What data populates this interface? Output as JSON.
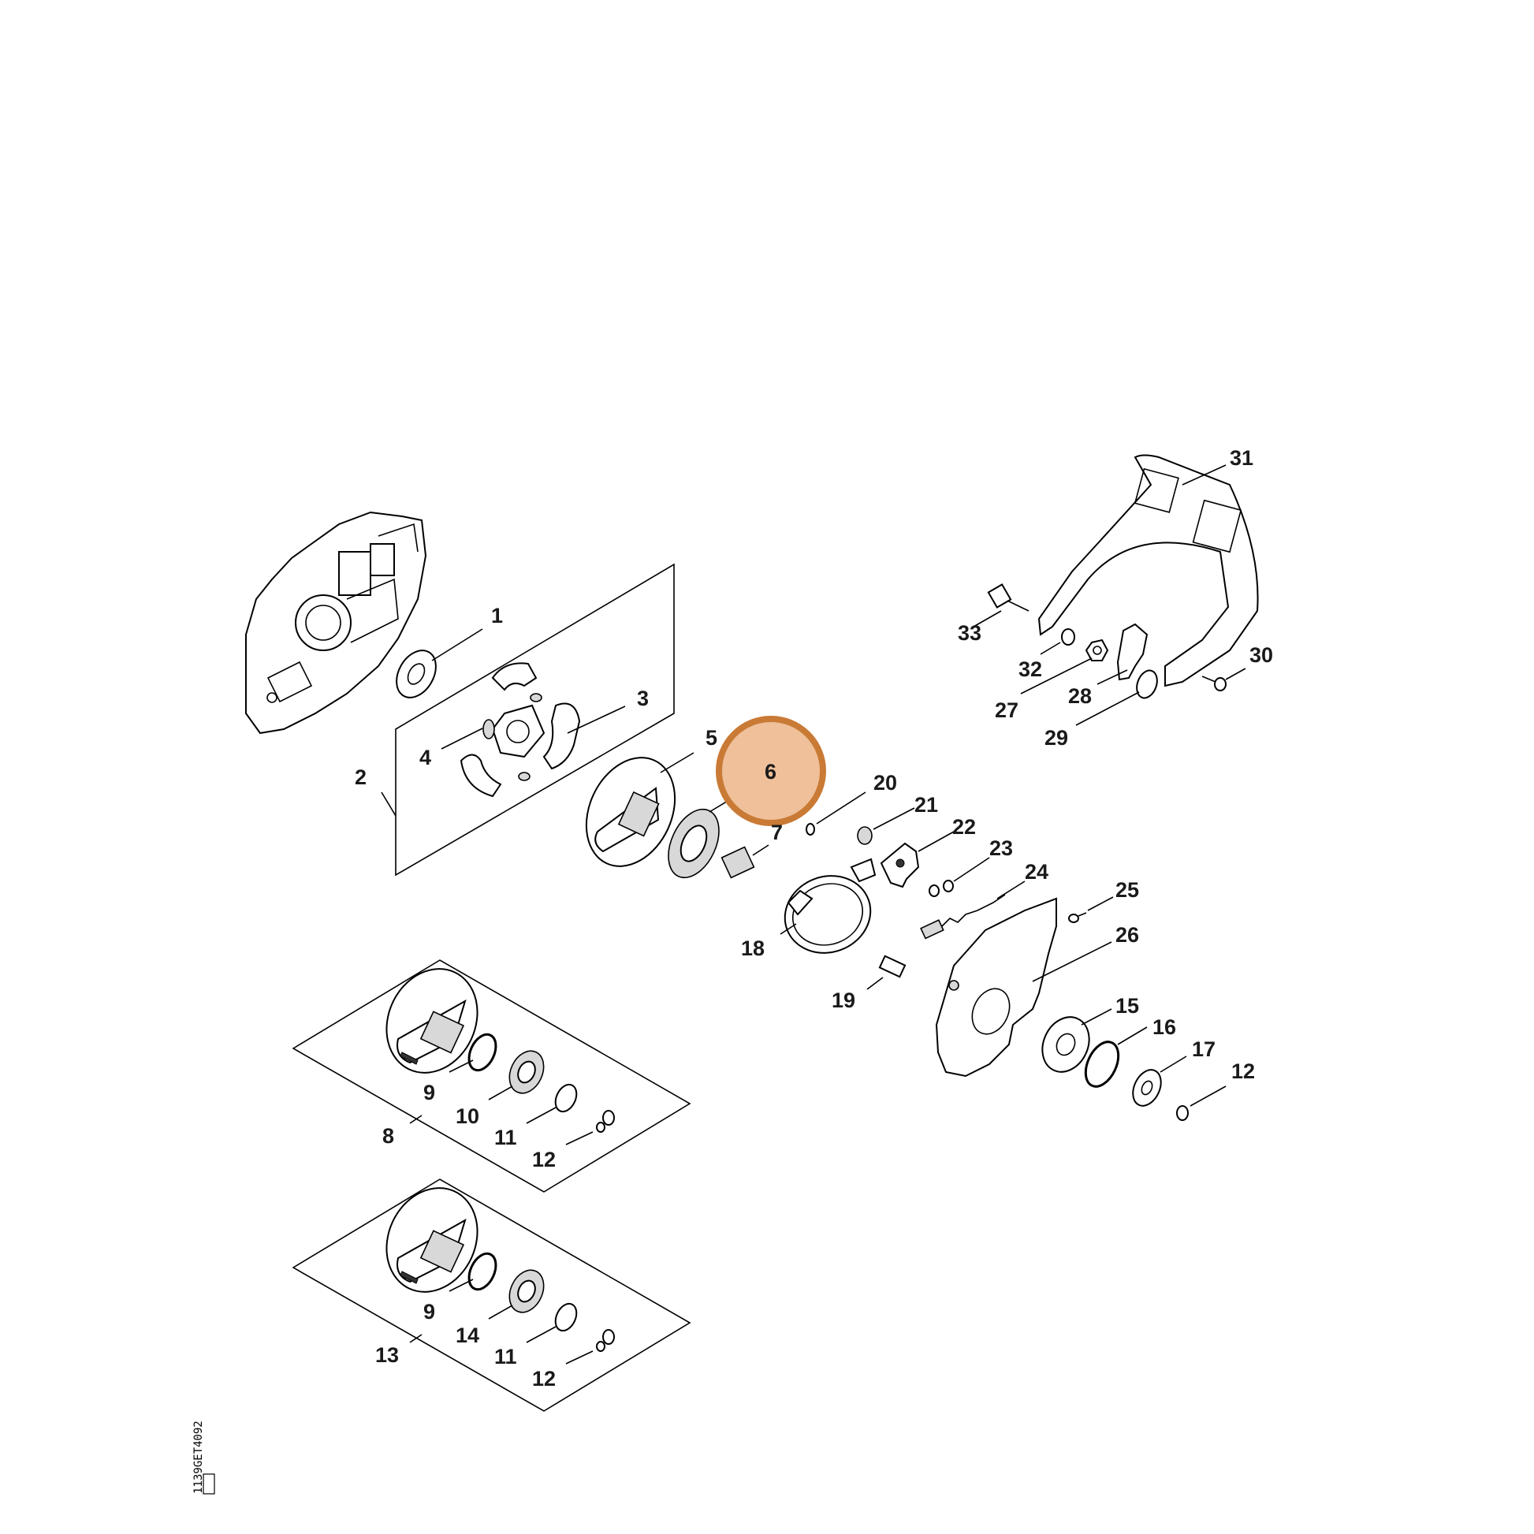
{
  "diagram": {
    "labels": {
      "l1": "1",
      "l2": "2",
      "l3": "3",
      "l4": "4",
      "l5": "5",
      "l6": "6",
      "l7": "7",
      "l8": "8",
      "l9a": "9",
      "l10": "10",
      "l11a": "11",
      "l12a": "12",
      "l13": "13",
      "l9b": "9",
      "l14": "14",
      "l11b": "11",
      "l12b": "12",
      "l15": "15",
      "l16": "16",
      "l17": "17",
      "l12c": "12",
      "l18": "18",
      "l19": "19",
      "l20": "20",
      "l21": "21",
      "l22": "22",
      "l23": "23",
      "l24": "24",
      "l25": "25",
      "l26": "26",
      "l27": "27",
      "l28": "28",
      "l29": "29",
      "l30": "30",
      "l31": "31",
      "l32": "32",
      "l33": "33"
    },
    "highlight_color": "#efc09a",
    "highlight_ring_color": "#c97a35",
    "ref_code": "1139GET4092"
  }
}
